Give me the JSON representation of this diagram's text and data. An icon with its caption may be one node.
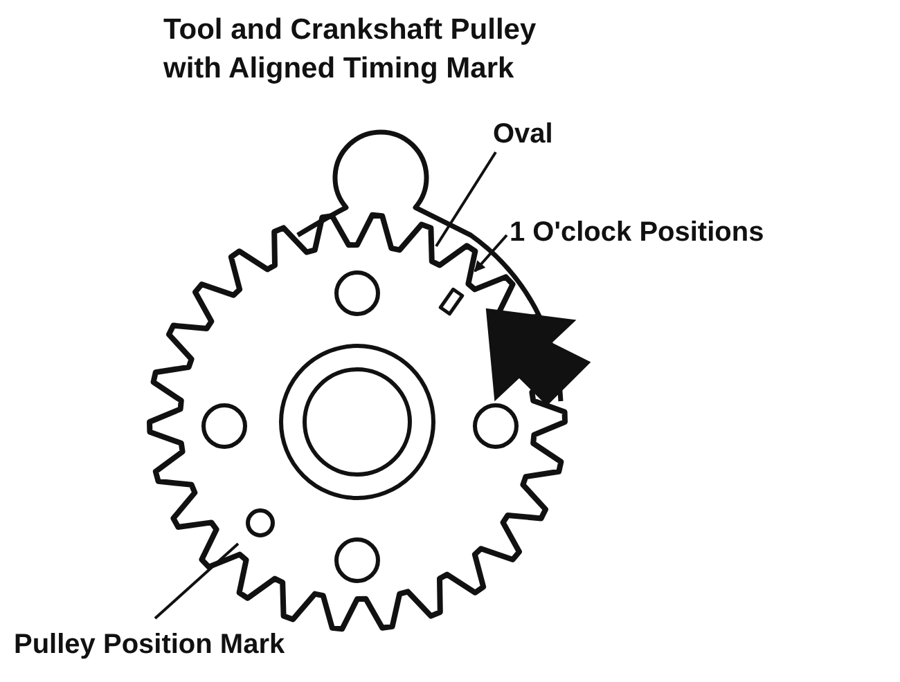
{
  "diagram": {
    "title": "Tool and Crankshaft Pulley with Aligned Timing Mark",
    "nodes": [
      {
        "text": [
          "Oval"
        ]
      },
      {
        "text": [
          "1 O'clock Positions"
        ]
      },
      {
        "text": [
          "Pulley Position Mark"
        ]
      }
    ],
    "edges": [
      {
        "from": 0,
        "to": null,
        "arrow": "none"
      },
      {
        "from": 1,
        "to": null,
        "arrow": "to"
      },
      {
        "from": 2,
        "to": null,
        "arrow": "none"
      }
    ]
  }
}
